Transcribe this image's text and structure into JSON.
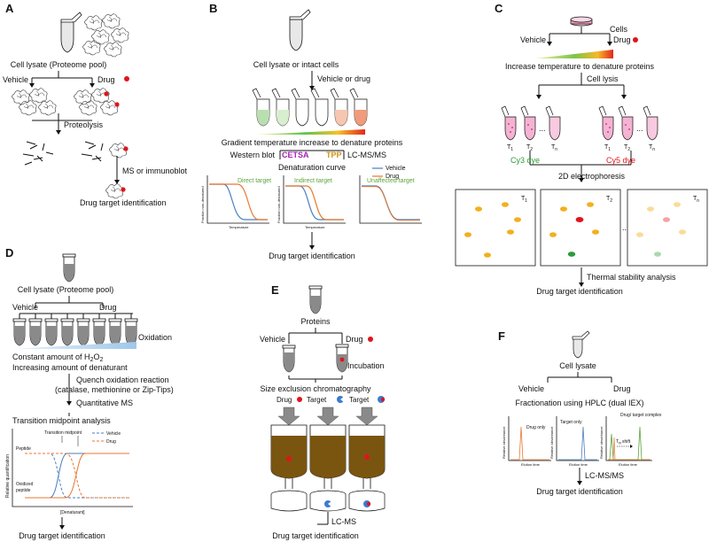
{
  "panel_a": {
    "letter": "A",
    "lysate": "Cell lysate (Proteome pool)",
    "vehicle": "Vehicle",
    "drug": "Drug",
    "proteolysis": "Proteolysis",
    "detection": "MS or immunoblot",
    "result": "Drug target identification"
  },
  "panel_b": {
    "letter": "B",
    "lysate": "Cell lysate or intact cells",
    "treatment": "Vehicle or drug",
    "gradient": "Gradient temperature increase to denature proteins",
    "western": "Western blot",
    "cetsa": "CETSA",
    "tpp": "TPP",
    "lcms": "LC-MS/MS",
    "curve_title": "Denaturation curve",
    "legend_vehicle": "Vehicle",
    "legend_drug": "Drug",
    "ylabel": "Fraction non-denatured",
    "xlabel": "Temperature",
    "plot1": "Direct target",
    "plot2": "Indirect target",
    "plot3": "Unaffected target",
    "result": "Drug target identification"
  },
  "panel_c": {
    "letter": "C",
    "cells": "Cells",
    "vehicle": "Vehicle",
    "drug": "Drug",
    "denature": "Increase temperature to denature proteins",
    "lysis": "Cell lysis",
    "cy3": "Cy3 dye",
    "cy5": "Cy5 dye",
    "electrophoresis": "2D electrophoresis",
    "t1": "T",
    "t1_sub": "1",
    "t2": "T",
    "t2_sub": "2",
    "tn": "T",
    "tn_sub": "n",
    "dots": "...",
    "stability": "Thermal stability analysis",
    "result": "Drug target identification"
  },
  "panel_d": {
    "letter": "D",
    "lysate": "Cell lysate (Proteome pool)",
    "vehicle": "Vehicle",
    "drug": "Drug",
    "oxidation": "Oxidation",
    "constant": "Constant amount of H",
    "constant_sub": "2",
    "constant_o": "O",
    "constant_sub2": "2",
    "increasing": "Increasing amount of denaturant",
    "quench": "Quench oxidation reaction",
    "quench_detail": "(catalase, methionine or Zip-Tips)",
    "quant": "Quantitative MS",
    "midpoint": "Transition midpoint analysis",
    "midpoint_label": "Transition midpoint",
    "peptide": "Peptide",
    "oxidized": "Oxidized",
    "oxidized2": "peptide",
    "legend_vehicle": "Vehicle",
    "legend_drug": "Drug",
    "ylabel": "Relative quantification",
    "xlabel": "[Denaturant]",
    "result": "Drug target identification"
  },
  "panel_e": {
    "letter": "E",
    "proteins": "Proteins",
    "vehicle": "Vehicle",
    "drug": "Drug",
    "incubation": "Incubation",
    "sec": "Size exclusion chromatography",
    "col_drug": "Drug",
    "col_target": "Target",
    "col_target2": "Target",
    "lcms": "LC-MS",
    "result": "Drug target identification"
  },
  "panel_f": {
    "letter": "F",
    "lysate": "Cell lysate",
    "vehicle": "Vehicle",
    "drug": "Drug",
    "fractionation": "Fractionation using HPLC (dual IEX)",
    "drug_only": "Drug only",
    "target_only": "Target only",
    "complex": "Drug/ target complex",
    "shift": "shift",
    "tr": "T",
    "tr_sub": "R",
    "ylabel": "Relative absorbance",
    "xlabel": "Elution time",
    "lcms": "LC-MS/MS",
    "result": "Drug target identification"
  },
  "colors": {
    "vehicle_line": "#4a7fc1",
    "drug_line": "#e8782f",
    "target_green": "#5aa43a",
    "drug_red": "#e0141c",
    "cetsa_purple": "#a21fb3",
    "tpp_gold": "#c9931a",
    "cy3_green": "#2e9b3a",
    "cy5_red": "#e0141c",
    "spot_orange": "#f2b01e",
    "tube_pink": "#e46fb0",
    "column_brown": "#7a5510",
    "target_blue": "#3b7bd0",
    "wedge_blue": "#a9cdea"
  },
  "icons": [
    "eppendorf-tube-icon",
    "protein-cluster-icon",
    "drug-dot-icon",
    "petri-dish-icon",
    "sec-column-icon",
    "collection-dish-icon"
  ]
}
